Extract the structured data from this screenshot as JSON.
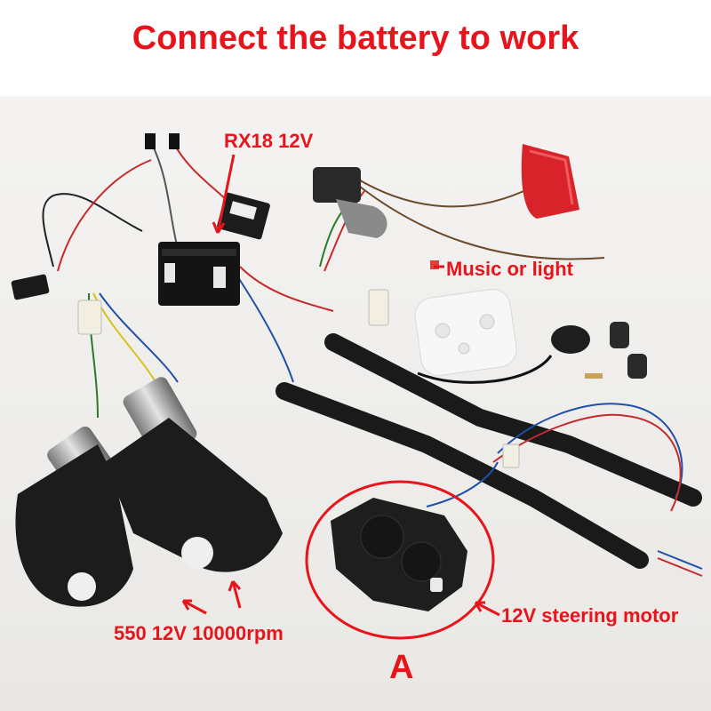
{
  "title": "Connect the battery to work",
  "labels": {
    "controller": "RX18 12V",
    "music_light": "Music or light",
    "steering_motor": "12V steering motor",
    "drive_motor": "550 12V 10000rpm",
    "marker": "A"
  },
  "colors": {
    "title_text": "#e8141b",
    "annotation": "#e8141b",
    "background": "#f1f0ee"
  }
}
